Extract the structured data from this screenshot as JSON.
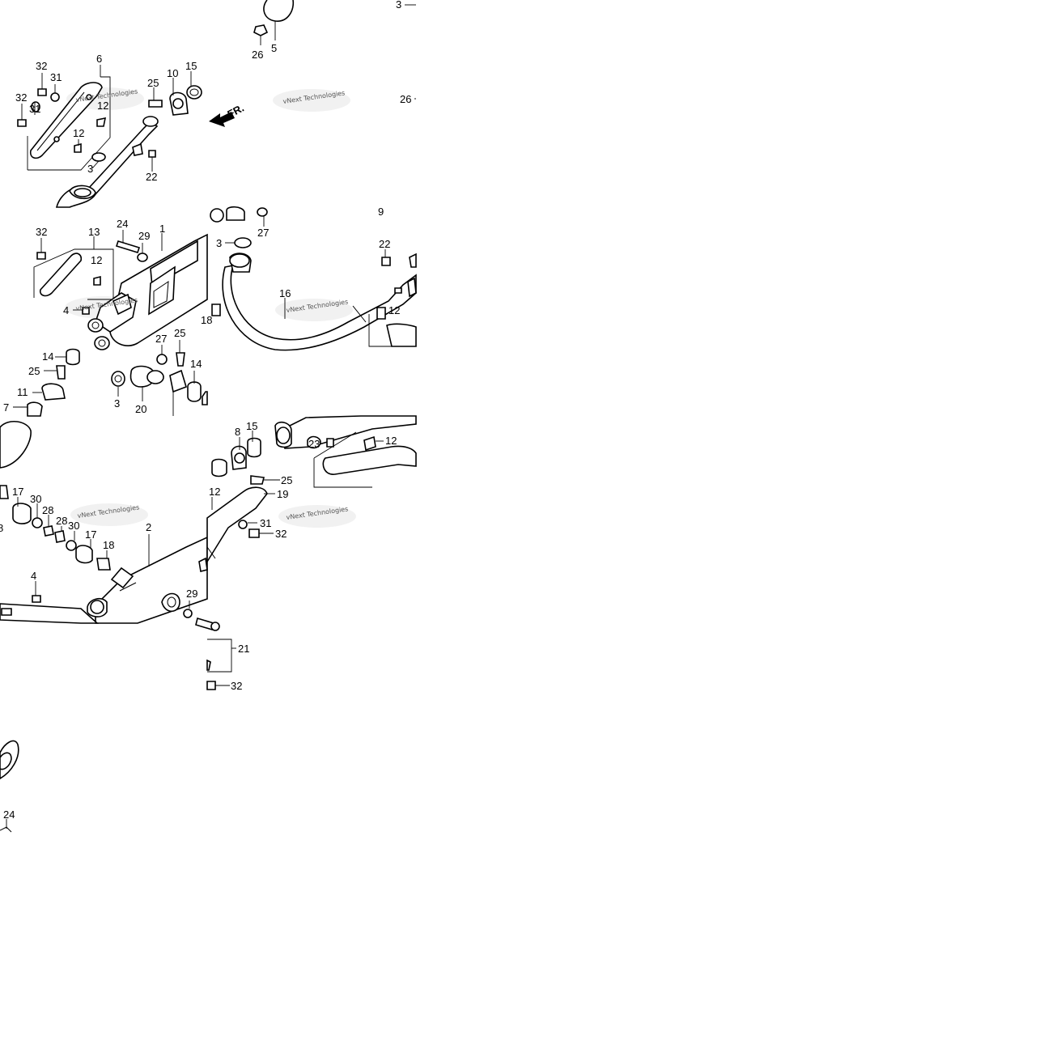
{
  "labels": [
    {
      "id": "lbl-3-top",
      "text": "3"
    },
    {
      "id": "lbl-26-top",
      "text": "26"
    },
    {
      "id": "lbl-5",
      "text": "5"
    },
    {
      "id": "lbl-26-right",
      "text": "26"
    },
    {
      "id": "lbl-32-a",
      "text": "32"
    },
    {
      "id": "lbl-6",
      "text": "6"
    },
    {
      "id": "lbl-31-a",
      "text": "31"
    },
    {
      "id": "lbl-32-b",
      "text": "32"
    },
    {
      "id": "lbl-31-b",
      "text": "31"
    },
    {
      "id": "lbl-12-a",
      "text": "12"
    },
    {
      "id": "lbl-12-b",
      "text": "12"
    },
    {
      "id": "lbl-3-a",
      "text": "3"
    },
    {
      "id": "lbl-25-a",
      "text": "25"
    },
    {
      "id": "lbl-10",
      "text": "10"
    },
    {
      "id": "lbl-15-a",
      "text": "15"
    },
    {
      "id": "lbl-22-a",
      "text": "22"
    },
    {
      "id": "lbl-32-c",
      "text": "32"
    },
    {
      "id": "lbl-13",
      "text": "13"
    },
    {
      "id": "lbl-24-a",
      "text": "24"
    },
    {
      "id": "lbl-29-a",
      "text": "29"
    },
    {
      "id": "lbl-1",
      "text": "1"
    },
    {
      "id": "lbl-12-c",
      "text": "12"
    },
    {
      "id": "lbl-4-a",
      "text": "4"
    },
    {
      "id": "lbl-27-a",
      "text": "27"
    },
    {
      "id": "lbl-25-b",
      "text": "25"
    },
    {
      "id": "lbl-14-a",
      "text": "14"
    },
    {
      "id": "lbl-14-b",
      "text": "14"
    },
    {
      "id": "lbl-25-c",
      "text": "25"
    },
    {
      "id": "lbl-11",
      "text": "11"
    },
    {
      "id": "lbl-7",
      "text": "7"
    },
    {
      "id": "lbl-3-b",
      "text": "3"
    },
    {
      "id": "lbl-20",
      "text": "20"
    },
    {
      "id": "lbl-18-partial",
      "text": "18"
    },
    {
      "id": "lbl-27-b",
      "text": "27"
    },
    {
      "id": "lbl-9",
      "text": "9"
    },
    {
      "id": "lbl-3-c",
      "text": "3"
    },
    {
      "id": "lbl-22-b",
      "text": "22"
    },
    {
      "id": "lbl-16",
      "text": "16"
    },
    {
      "id": "lbl-12-d",
      "text": "12"
    },
    {
      "id": "lbl-8-a",
      "text": "8"
    },
    {
      "id": "lbl-15-b",
      "text": "15"
    },
    {
      "id": "lbl-23",
      "text": "23"
    },
    {
      "id": "lbl-12-e",
      "text": "12"
    },
    {
      "id": "lbl-25-d",
      "text": "25"
    },
    {
      "id": "lbl-12-f",
      "text": "12"
    },
    {
      "id": "lbl-19",
      "text": "19"
    },
    {
      "id": "lbl-31-c",
      "text": "31"
    },
    {
      "id": "lbl-32-d",
      "text": "32"
    },
    {
      "id": "lbl-17-a",
      "text": "17"
    },
    {
      "id": "lbl-30-a",
      "text": "30"
    },
    {
      "id": "lbl-28-a",
      "text": "28"
    },
    {
      "id": "lbl-8-b",
      "text": "8"
    },
    {
      "id": "lbl-28-b",
      "text": "28"
    },
    {
      "id": "lbl-30-b",
      "text": "30"
    },
    {
      "id": "lbl-17-b",
      "text": "17"
    },
    {
      "id": "lbl-18",
      "text": "18"
    },
    {
      "id": "lbl-2",
      "text": "2"
    },
    {
      "id": "lbl-4-b",
      "text": "4"
    },
    {
      "id": "lbl-29-b",
      "text": "29"
    },
    {
      "id": "lbl-21",
      "text": "21"
    },
    {
      "id": "lbl-32-e",
      "text": "32"
    },
    {
      "id": "lbl-24-b",
      "text": "24"
    }
  ],
  "direction_marker": "FR.",
  "watermark": "vNext Technologies"
}
